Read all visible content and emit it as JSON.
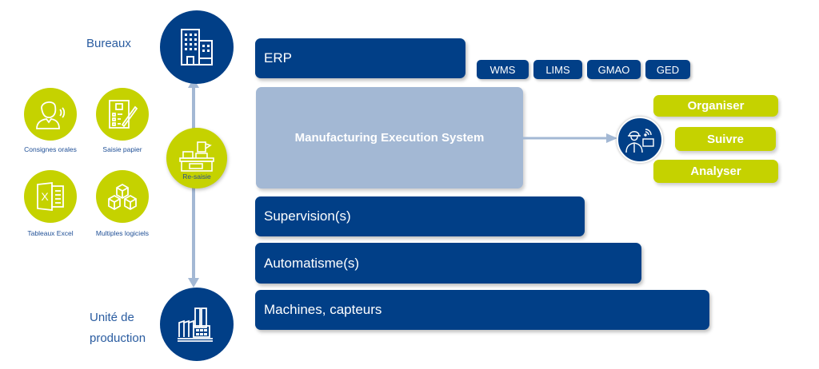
{
  "levels": {
    "top_label": "Bureaux",
    "bottom_label_line1": "Unité de",
    "bottom_label_line2": "production",
    "top_icon": "office-building-icon",
    "bottom_icon": "factory-icon"
  },
  "legacy_methods": [
    {
      "label": "Consignes orales",
      "icon": "speaking-person-icon"
    },
    {
      "label": "Saisie papier",
      "icon": "clipboard-pencil-icon"
    },
    {
      "label": "Tableaux Excel",
      "icon": "excel-icon"
    },
    {
      "label": "Multiples logiciels",
      "icon": "cubes-icon"
    }
  ],
  "resaisie": {
    "label": "Re-saisie",
    "icon": "desk-clerk-icon"
  },
  "layers": {
    "erp": "ERP",
    "mes": "Manufacturing Execution System",
    "supervision": "Supervision(s)",
    "automatisme": "Automatisme(s)",
    "machines": "Machines, capteurs"
  },
  "side_systems": [
    "WMS",
    "LIMS",
    "GMAO",
    "GED"
  ],
  "operator_icon": "connected-operator-icon",
  "actions": [
    "Organiser",
    "Suivre",
    "Analyser"
  ],
  "colors": {
    "navy": "#013f87",
    "lime": "#c5d200",
    "mes": "#a3b8d4",
    "arrow": "#a3b8d4"
  }
}
